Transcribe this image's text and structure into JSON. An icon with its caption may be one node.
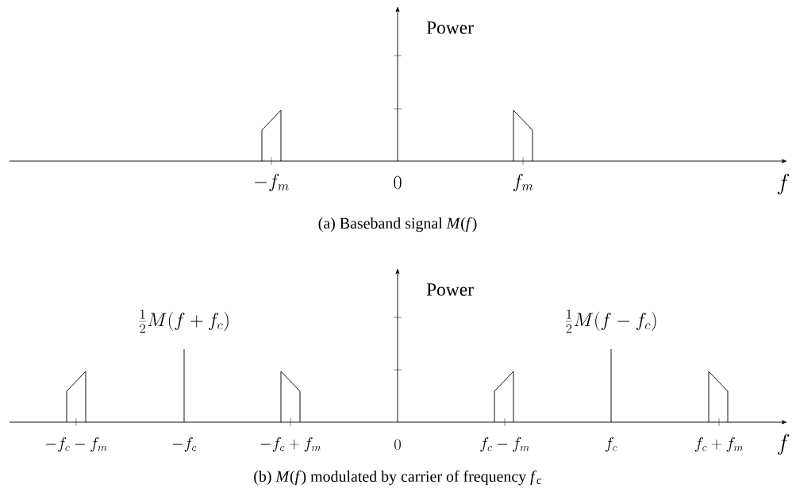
{
  "diagram": {
    "labels": [
      "Power",
      "-f_m",
      "0",
      "f_m",
      "f",
      "(a) Baseband signal *M*(*f*)",
      "Power",
      "\\frac{1}{2}M(f+f_c)",
      "\\frac{1}{2}M(f-f_c)",
      "-f_c-f_m",
      "-f_c",
      "-f_c+f_m",
      "0",
      "f_c-f_m",
      "f_c",
      "f_c+f_m",
      "f",
      "(b) *M*(*f*) modulated by carrier of frequency *f*$_{c}$"
    ]
  }
}
